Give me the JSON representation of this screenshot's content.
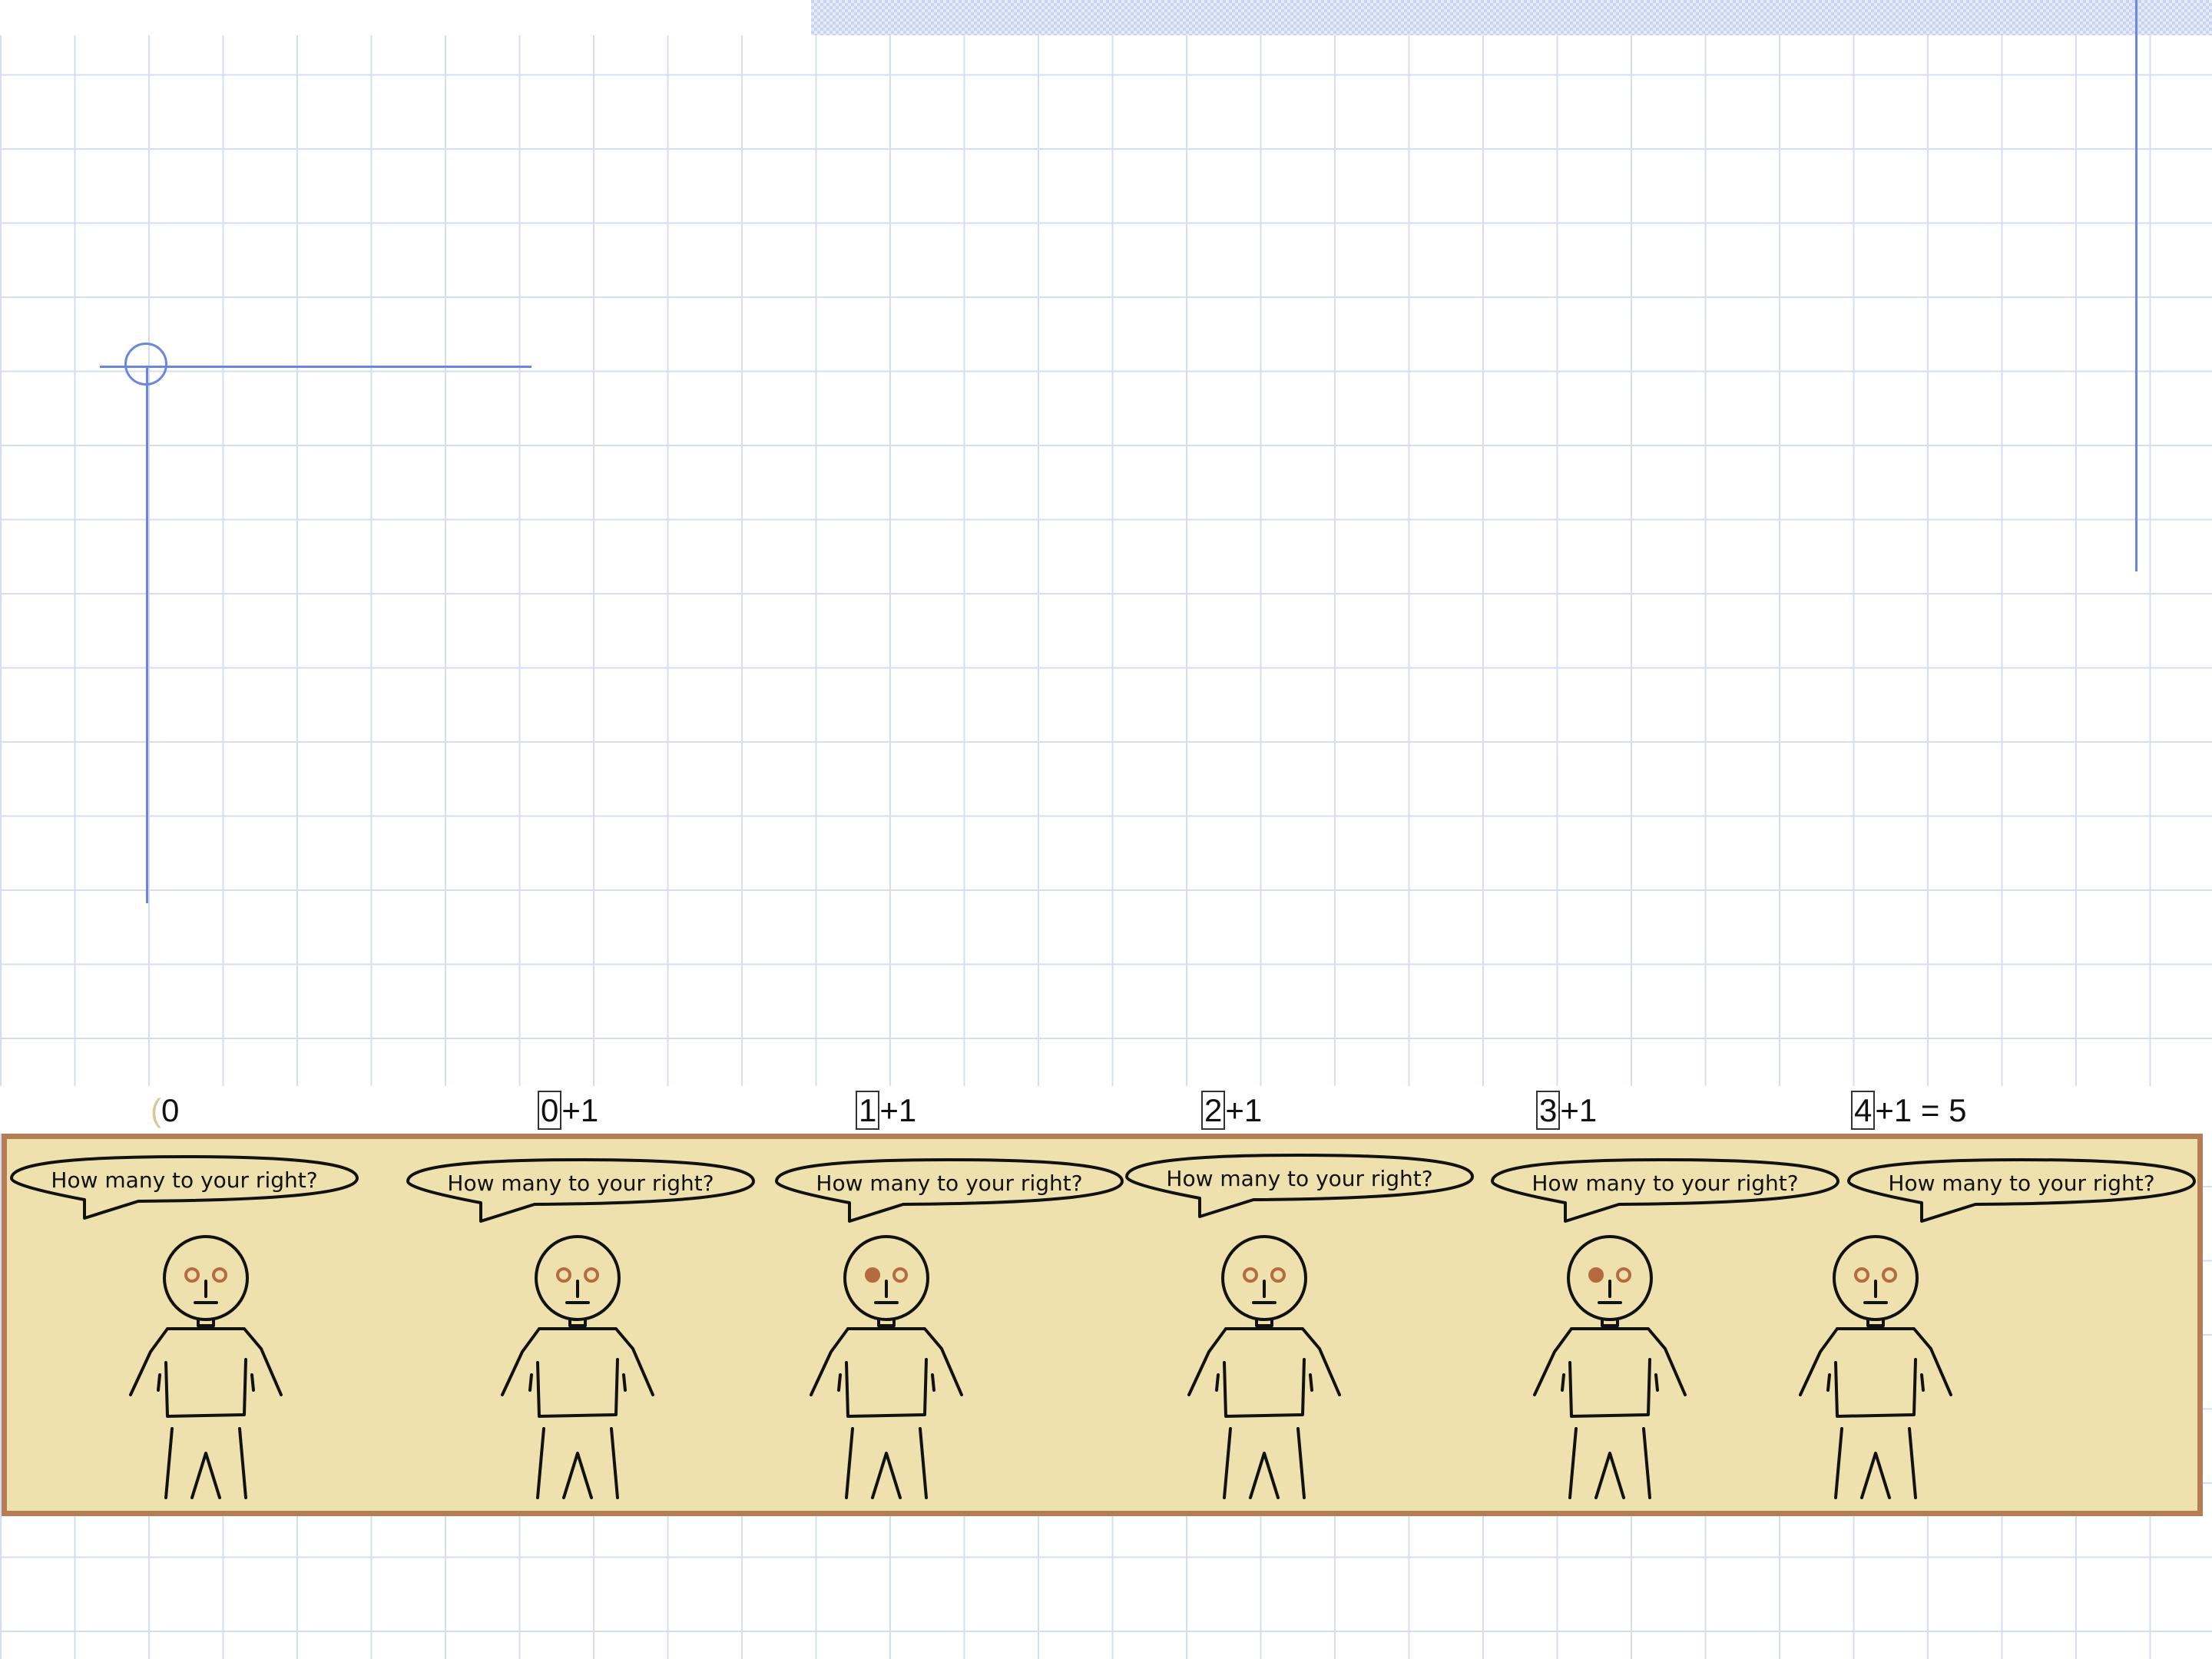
{
  "labels": [
    {
      "prefix": "(",
      "boxed": "",
      "rest": "0"
    },
    {
      "prefix": "",
      "boxed": "0",
      "rest": "+1"
    },
    {
      "prefix": "",
      "boxed": "1",
      "rest": "+1"
    },
    {
      "prefix": "",
      "boxed": "2",
      "rest": "+1"
    },
    {
      "prefix": "",
      "boxed": "3",
      "rest": "+1"
    },
    {
      "prefix": "",
      "boxed": "4",
      "rest": "+1 = 5"
    }
  ],
  "speech": [
    "How many to your right?",
    "How many to your right?",
    "How many to your right?",
    "How many to your right?",
    "How many to your right?",
    "How many to your right?"
  ],
  "colors": {
    "panel_fill": "#efe1ad",
    "panel_border": "#b57d53",
    "eye": "#b56a3f",
    "grid": "#d6dcf2",
    "accent_line": "#6b86e0"
  }
}
